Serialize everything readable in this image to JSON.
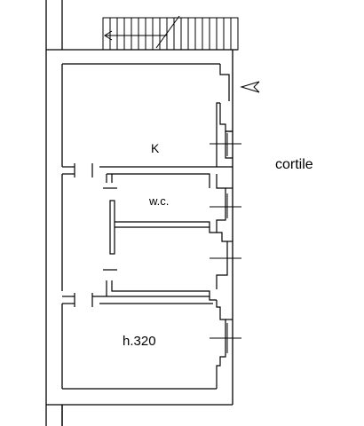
{
  "plan": {
    "rooms": [
      {
        "id": "kitchen",
        "label": "K"
      },
      {
        "id": "wc",
        "label": "w.c."
      },
      {
        "id": "room",
        "label": "h.320"
      }
    ],
    "courtyard_label": "cortile"
  },
  "colors": {
    "ink": "#000000",
    "wall_fill": "#ffffff",
    "background": "#ffffff"
  }
}
